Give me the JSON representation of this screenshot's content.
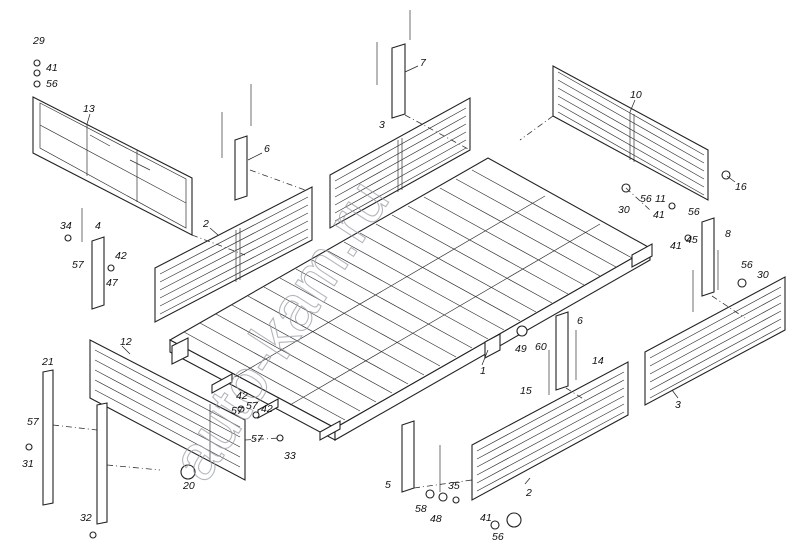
{
  "diagram": {
    "watermark": "auto-kam.ru",
    "corner_text": "",
    "callouts": [
      {
        "id": "c29",
        "text": "29"
      },
      {
        "id": "c41a",
        "text": "41"
      },
      {
        "id": "c56a",
        "text": "56"
      },
      {
        "id": "c13",
        "text": "13"
      },
      {
        "id": "c6a",
        "text": "6"
      },
      {
        "id": "c7",
        "text": "7"
      },
      {
        "id": "c3a",
        "text": "3"
      },
      {
        "id": "c10",
        "text": "10"
      },
      {
        "id": "c16",
        "text": "16"
      },
      {
        "id": "c2a",
        "text": "2"
      },
      {
        "id": "c34",
        "text": "34"
      },
      {
        "id": "c4",
        "text": "4"
      },
      {
        "id": "c42a",
        "text": "42"
      },
      {
        "id": "c57a",
        "text": "57"
      },
      {
        "id": "c47",
        "text": "47"
      },
      {
        "id": "c30a",
        "text": "30"
      },
      {
        "id": "c56b",
        "text": "56"
      },
      {
        "id": "c11",
        "text": "11"
      },
      {
        "id": "c41b",
        "text": "41"
      },
      {
        "id": "c56c",
        "text": "56"
      },
      {
        "id": "c8",
        "text": "8"
      },
      {
        "id": "c41c",
        "text": "41"
      },
      {
        "id": "c45",
        "text": "45"
      },
      {
        "id": "c56d",
        "text": "56"
      },
      {
        "id": "c30b",
        "text": "30"
      },
      {
        "id": "c12",
        "text": "12"
      },
      {
        "id": "c21",
        "text": "21"
      },
      {
        "id": "c6b",
        "text": "6"
      },
      {
        "id": "c49",
        "text": "49"
      },
      {
        "id": "c60",
        "text": "60"
      },
      {
        "id": "c14",
        "text": "14"
      },
      {
        "id": "c1",
        "text": "1"
      },
      {
        "id": "c15",
        "text": "15"
      },
      {
        "id": "c3b",
        "text": "3"
      },
      {
        "id": "c42b",
        "text": "42"
      },
      {
        "id": "c57b",
        "text": "57"
      },
      {
        "id": "c42c",
        "text": "42"
      },
      {
        "id": "c57c",
        "text": "57"
      },
      {
        "id": "c57d",
        "text": "57"
      },
      {
        "id": "c31",
        "text": "31"
      },
      {
        "id": "c33",
        "text": "33"
      },
      {
        "id": "c20",
        "text": "20"
      },
      {
        "id": "c5",
        "text": "5"
      },
      {
        "id": "c35",
        "text": "35"
      },
      {
        "id": "c58",
        "text": "58"
      },
      {
        "id": "c48",
        "text": "48"
      },
      {
        "id": "c2b",
        "text": "2"
      },
      {
        "id": "c32",
        "text": "32"
      },
      {
        "id": "c41d",
        "text": "41"
      },
      {
        "id": "c56e",
        "text": "56"
      }
    ]
  }
}
